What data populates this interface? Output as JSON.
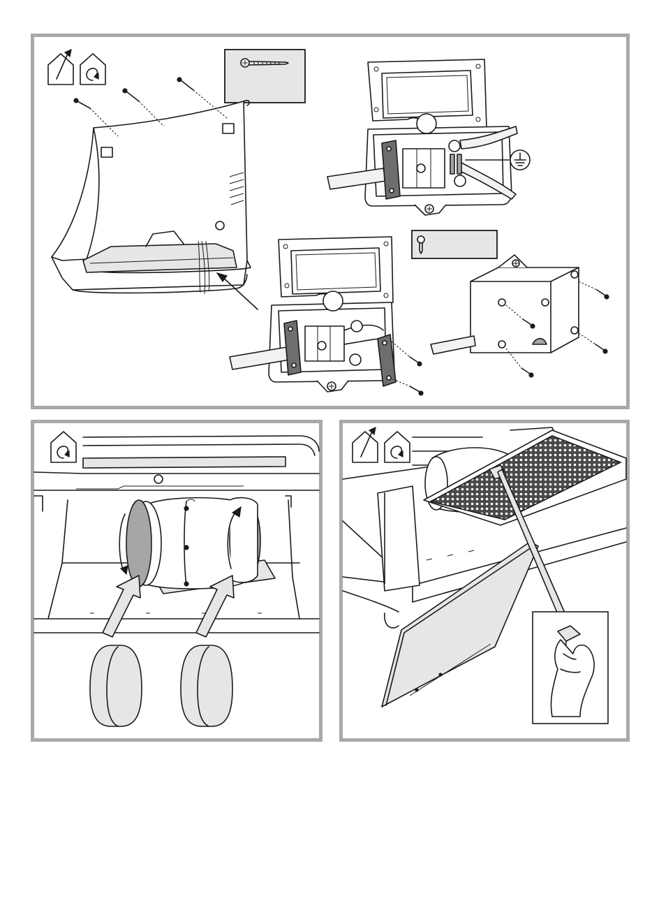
{
  "document": {
    "type": "installation-illustration",
    "panels": [
      {
        "id": "electrical-connection",
        "mode_icons": [
          "extraction-mode-icon",
          "recirculation-mode-icon"
        ]
      },
      {
        "id": "charcoal-filter-fitting",
        "mode_icons": [
          "recirculation-mode-icon"
        ]
      },
      {
        "id": "grease-filter-removal",
        "mode_icons": [
          "extraction-mode-icon",
          "recirculation-mode-icon"
        ]
      }
    ]
  },
  "colors": {
    "frame": "#a9a9a9",
    "line": "#1a1a1a",
    "light_fill": "#e6e6e6",
    "mid_fill": "#a6a6a6",
    "dark_fill": "#6e6e6e"
  }
}
